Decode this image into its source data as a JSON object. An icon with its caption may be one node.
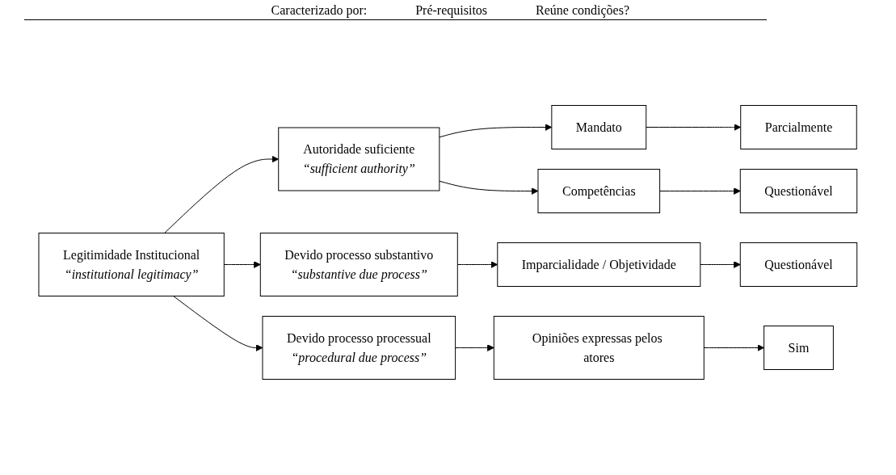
{
  "diagram": {
    "nodes": [
      {
        "text": [
          "Legitimidade Institucional",
          "“institutional legitimacy”"
        ]
      },
      {
        "text": [
          "Autoridade suficiente",
          "“sufficient authority”"
        ]
      },
      {
        "text": [
          "Devido processo substantivo",
          "“substantive due process”"
        ]
      },
      {
        "text": [
          "Devido processo processual",
          "“procedural due process”"
        ]
      },
      {
        "text": [
          "Mandato"
        ]
      },
      {
        "text": [
          "Competências"
        ]
      },
      {
        "text": [
          "Imparcialidade / Objetividade"
        ]
      },
      {
        "text": [
          "Opiniões expressas pelos atores"
        ]
      },
      {
        "text": [
          "Parcialmente"
        ]
      },
      {
        "text": [
          "Questionável"
        ]
      },
      {
        "text": [
          "Questionável"
        ]
      },
      {
        "text": [
          "Sim"
        ]
      }
    ],
    "edges": [
      {
        "from": 0,
        "to": 1,
        "arrow": "to"
      },
      {
        "from": 0,
        "to": 2,
        "arrow": "to"
      },
      {
        "from": 0,
        "to": 3,
        "arrow": "to"
      },
      {
        "from": 1,
        "to": 4,
        "arrow": "to"
      },
      {
        "from": 1,
        "to": 5,
        "arrow": "to"
      },
      {
        "from": 2,
        "to": 6,
        "arrow": "to"
      },
      {
        "from": 3,
        "to": 7,
        "arrow": "to"
      },
      {
        "from": 4,
        "to": 8,
        "arrow": "to"
      },
      {
        "from": 5,
        "to": 9,
        "arrow": "to"
      },
      {
        "from": 6,
        "to": 10,
        "arrow": "to"
      },
      {
        "from": 7,
        "to": 11,
        "arrow": "to"
      }
    ],
    "labels": [
      "Caracterizado por:",
      "Pré-requisitos",
      "Reúne condições?"
    ]
  }
}
